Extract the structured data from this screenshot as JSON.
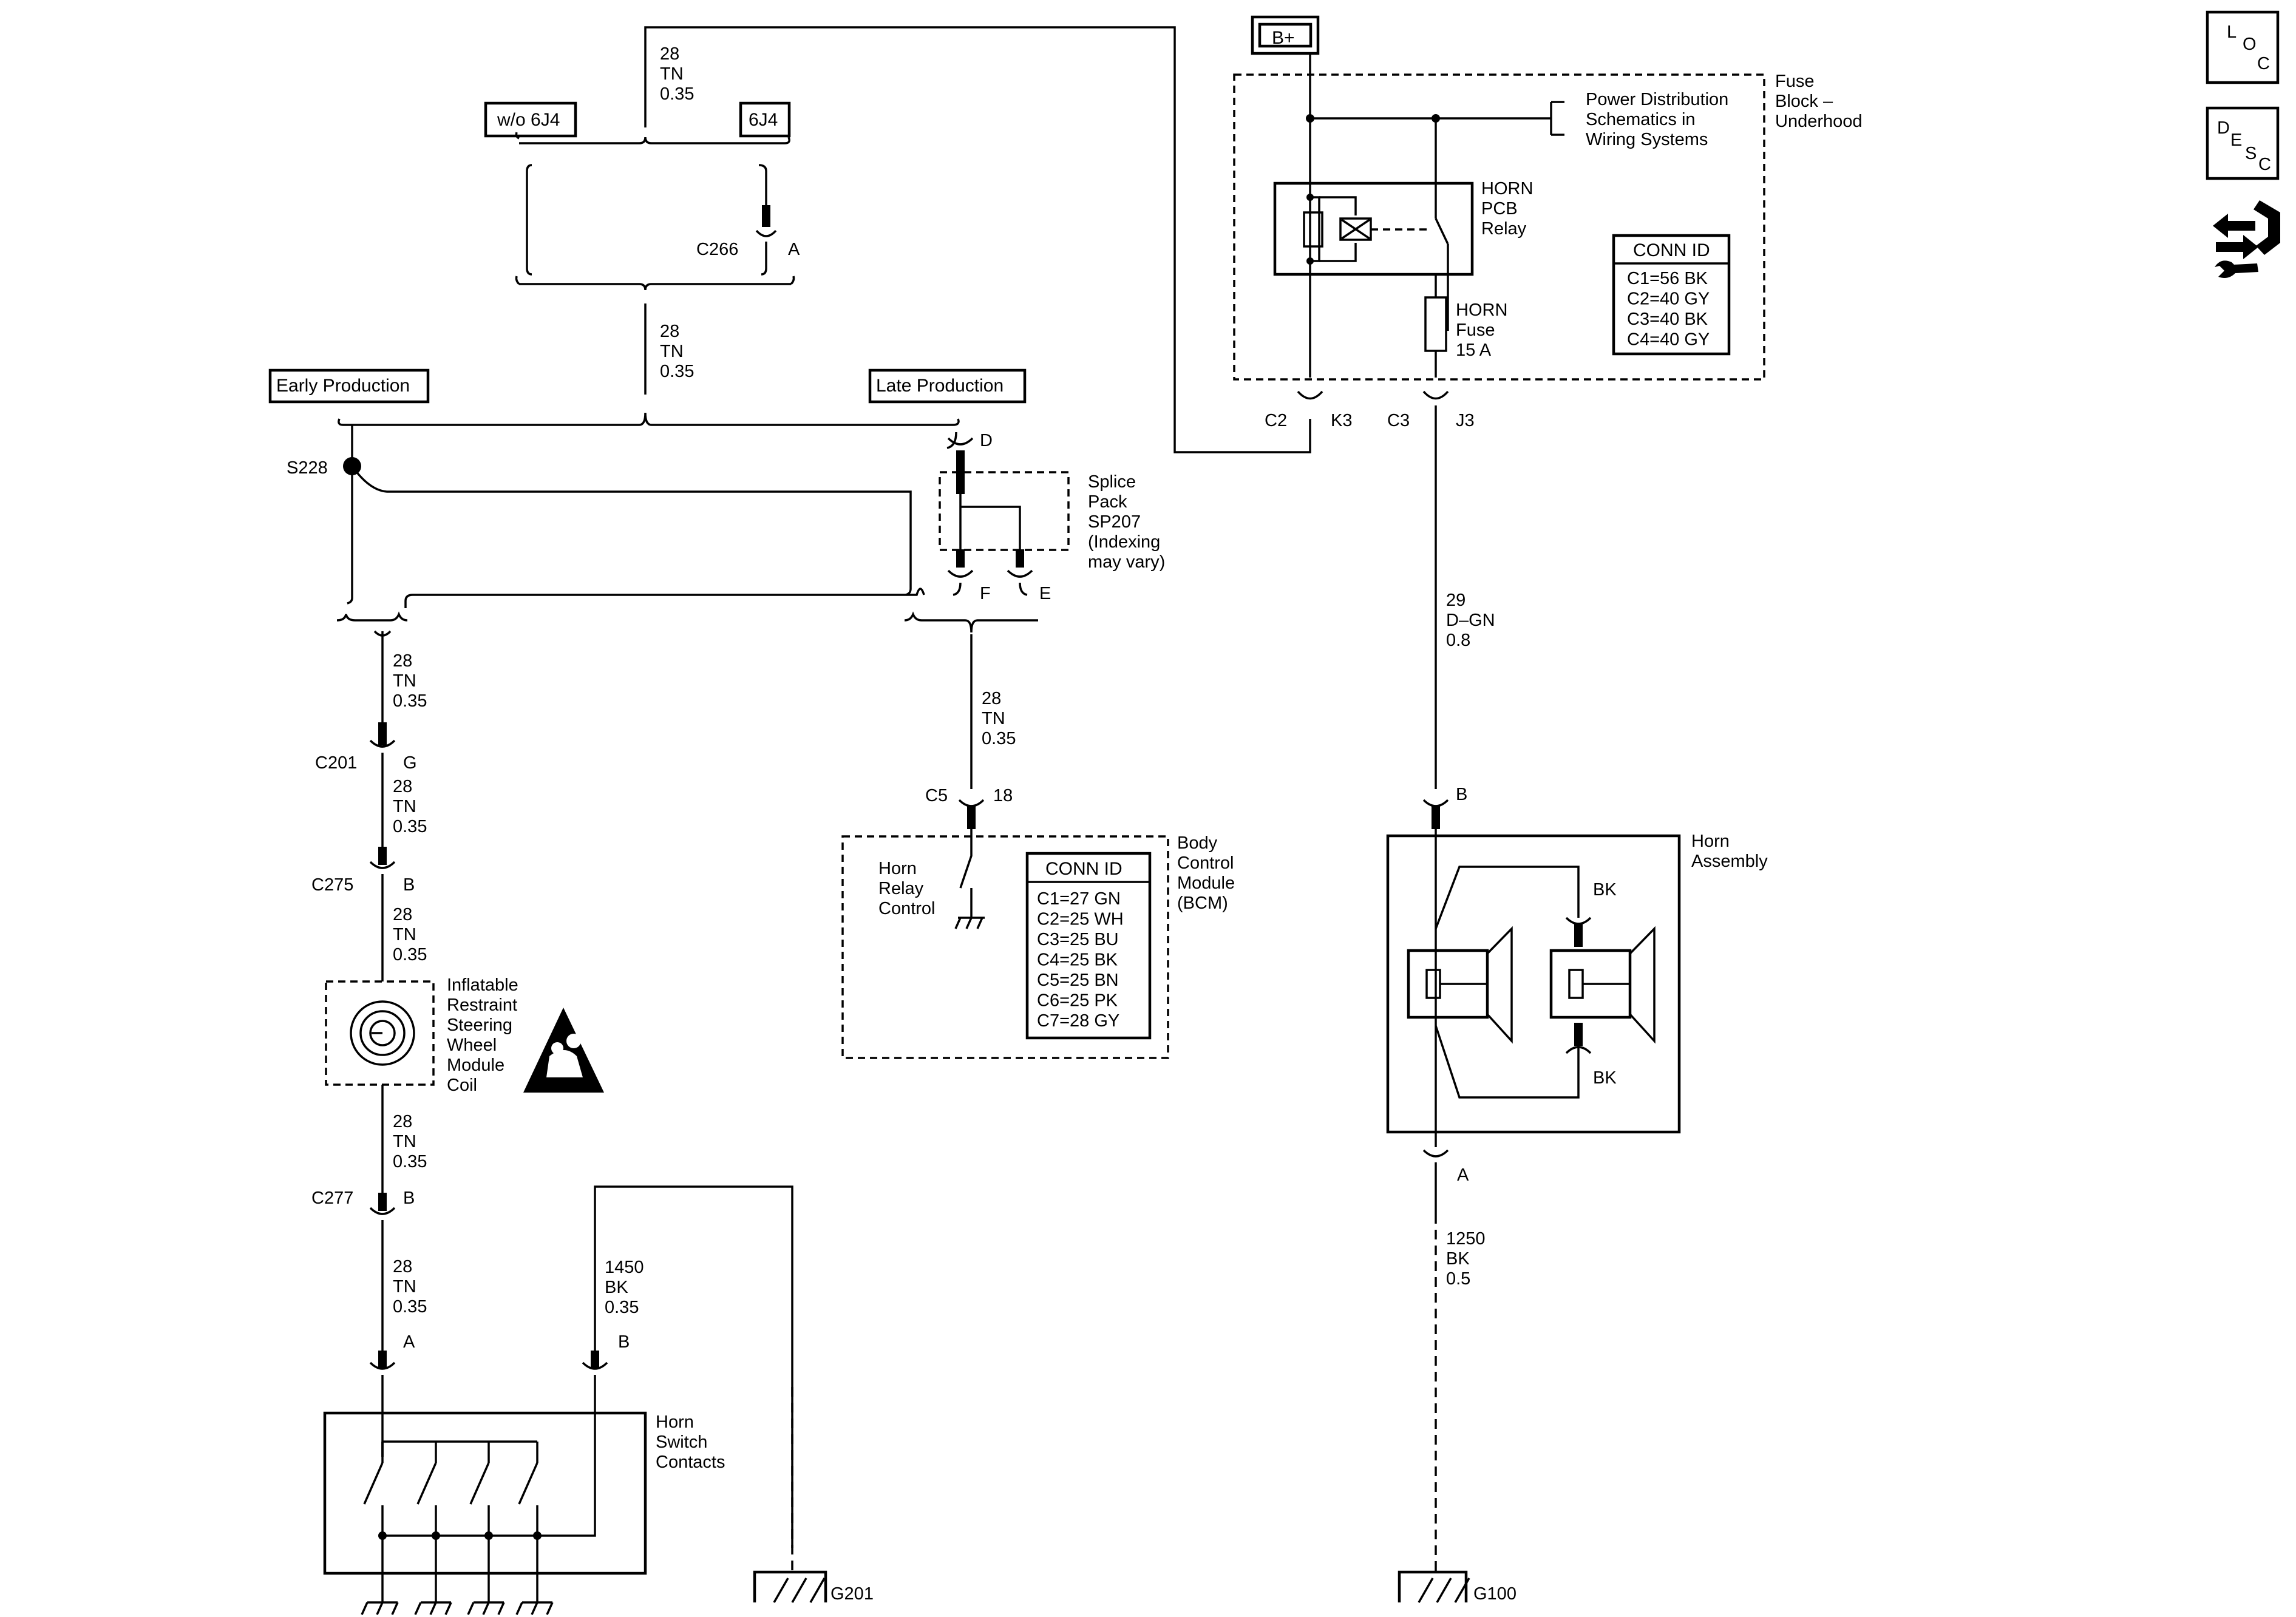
{
  "source": {
    "label": "B+"
  },
  "fuse_block": {
    "title": "Fuse\nBlock –\nUnderhood",
    "ref": "Power Distribution\nSchematics in\nWiring Systems",
    "relay": "HORN\nPCB\nRelay",
    "fuse": "HORN\nFuse\n15 A",
    "conn_id": {
      "title": "CONN ID",
      "rows": [
        "C1=56 BK",
        "C2=40 GY",
        "C3=40 BK",
        "C4=40 GY"
      ]
    },
    "pins": {
      "c2": "C2",
      "k3": "K3",
      "c3": "C3",
      "j3": "J3"
    }
  },
  "options": {
    "w_o_6j4": "w/o 6J4",
    "6j4": "6J4",
    "c266": "C266",
    "c266_pin": "A"
  },
  "production": {
    "early": "Early Production",
    "late": "Late Production"
  },
  "splice": {
    "s228": "S228",
    "label": "Splice\nPack\nSP207\n(Indexing\nmay vary)",
    "pin_d": "D",
    "pin_f": "F",
    "pin_e": "E"
  },
  "wires": {
    "top": "28\nTN\n0.35",
    "mid": "28\nTN\n0.35",
    "w1": "28\nTN\n0.35",
    "w2": "28\nTN\n0.35",
    "w3": "28\nTN\n0.35",
    "w4": "28\nTN\n0.35",
    "w5": "28\nTN\n0.35",
    "bcm": "28\nTN\n0.35",
    "horn_power": "29\nD–GN\n0.8",
    "horn_ground": "1250\nBK\n0.5",
    "switch_ground": "1450\nBK\n0.35"
  },
  "connectors": {
    "c201": "C201",
    "c201_pin": "G",
    "c275": "C275",
    "c275_pin": "B",
    "c277": "C277",
    "c277_pin": "B",
    "sw_a": "A",
    "sw_b": "B",
    "horn_b": "B",
    "horn_a": "A",
    "bk_top": "BK",
    "bk_bot": "BK",
    "c5": "C5",
    "c5_pin": "18"
  },
  "bcm": {
    "title": "Body\nControl\nModule\n(BCM)",
    "control": "Horn\nRelay\nControl",
    "conn_id": {
      "title": "CONN ID",
      "rows": [
        "C1=27 GN",
        "C2=25 WH",
        "C3=25 BU",
        "C4=25 BK",
        "C5=25 BN",
        "C6=25 PK",
        "C7=28 GY"
      ]
    }
  },
  "coil": {
    "label": "Inflatable\nRestraint\nSteering\nWheel\nModule\nCoil"
  },
  "horn_switch": {
    "label": "Horn\nSwitch\nContacts"
  },
  "horn": {
    "label": "Horn\nAssembly"
  },
  "grounds": {
    "g201": "G201",
    "g100": "G100"
  },
  "nav": {
    "loc": [
      "L",
      "O",
      "C"
    ],
    "desc": [
      "D",
      "E",
      "S",
      "C"
    ],
    "icons": [
      "connector-arrows-icon",
      "wrench-icon"
    ]
  }
}
